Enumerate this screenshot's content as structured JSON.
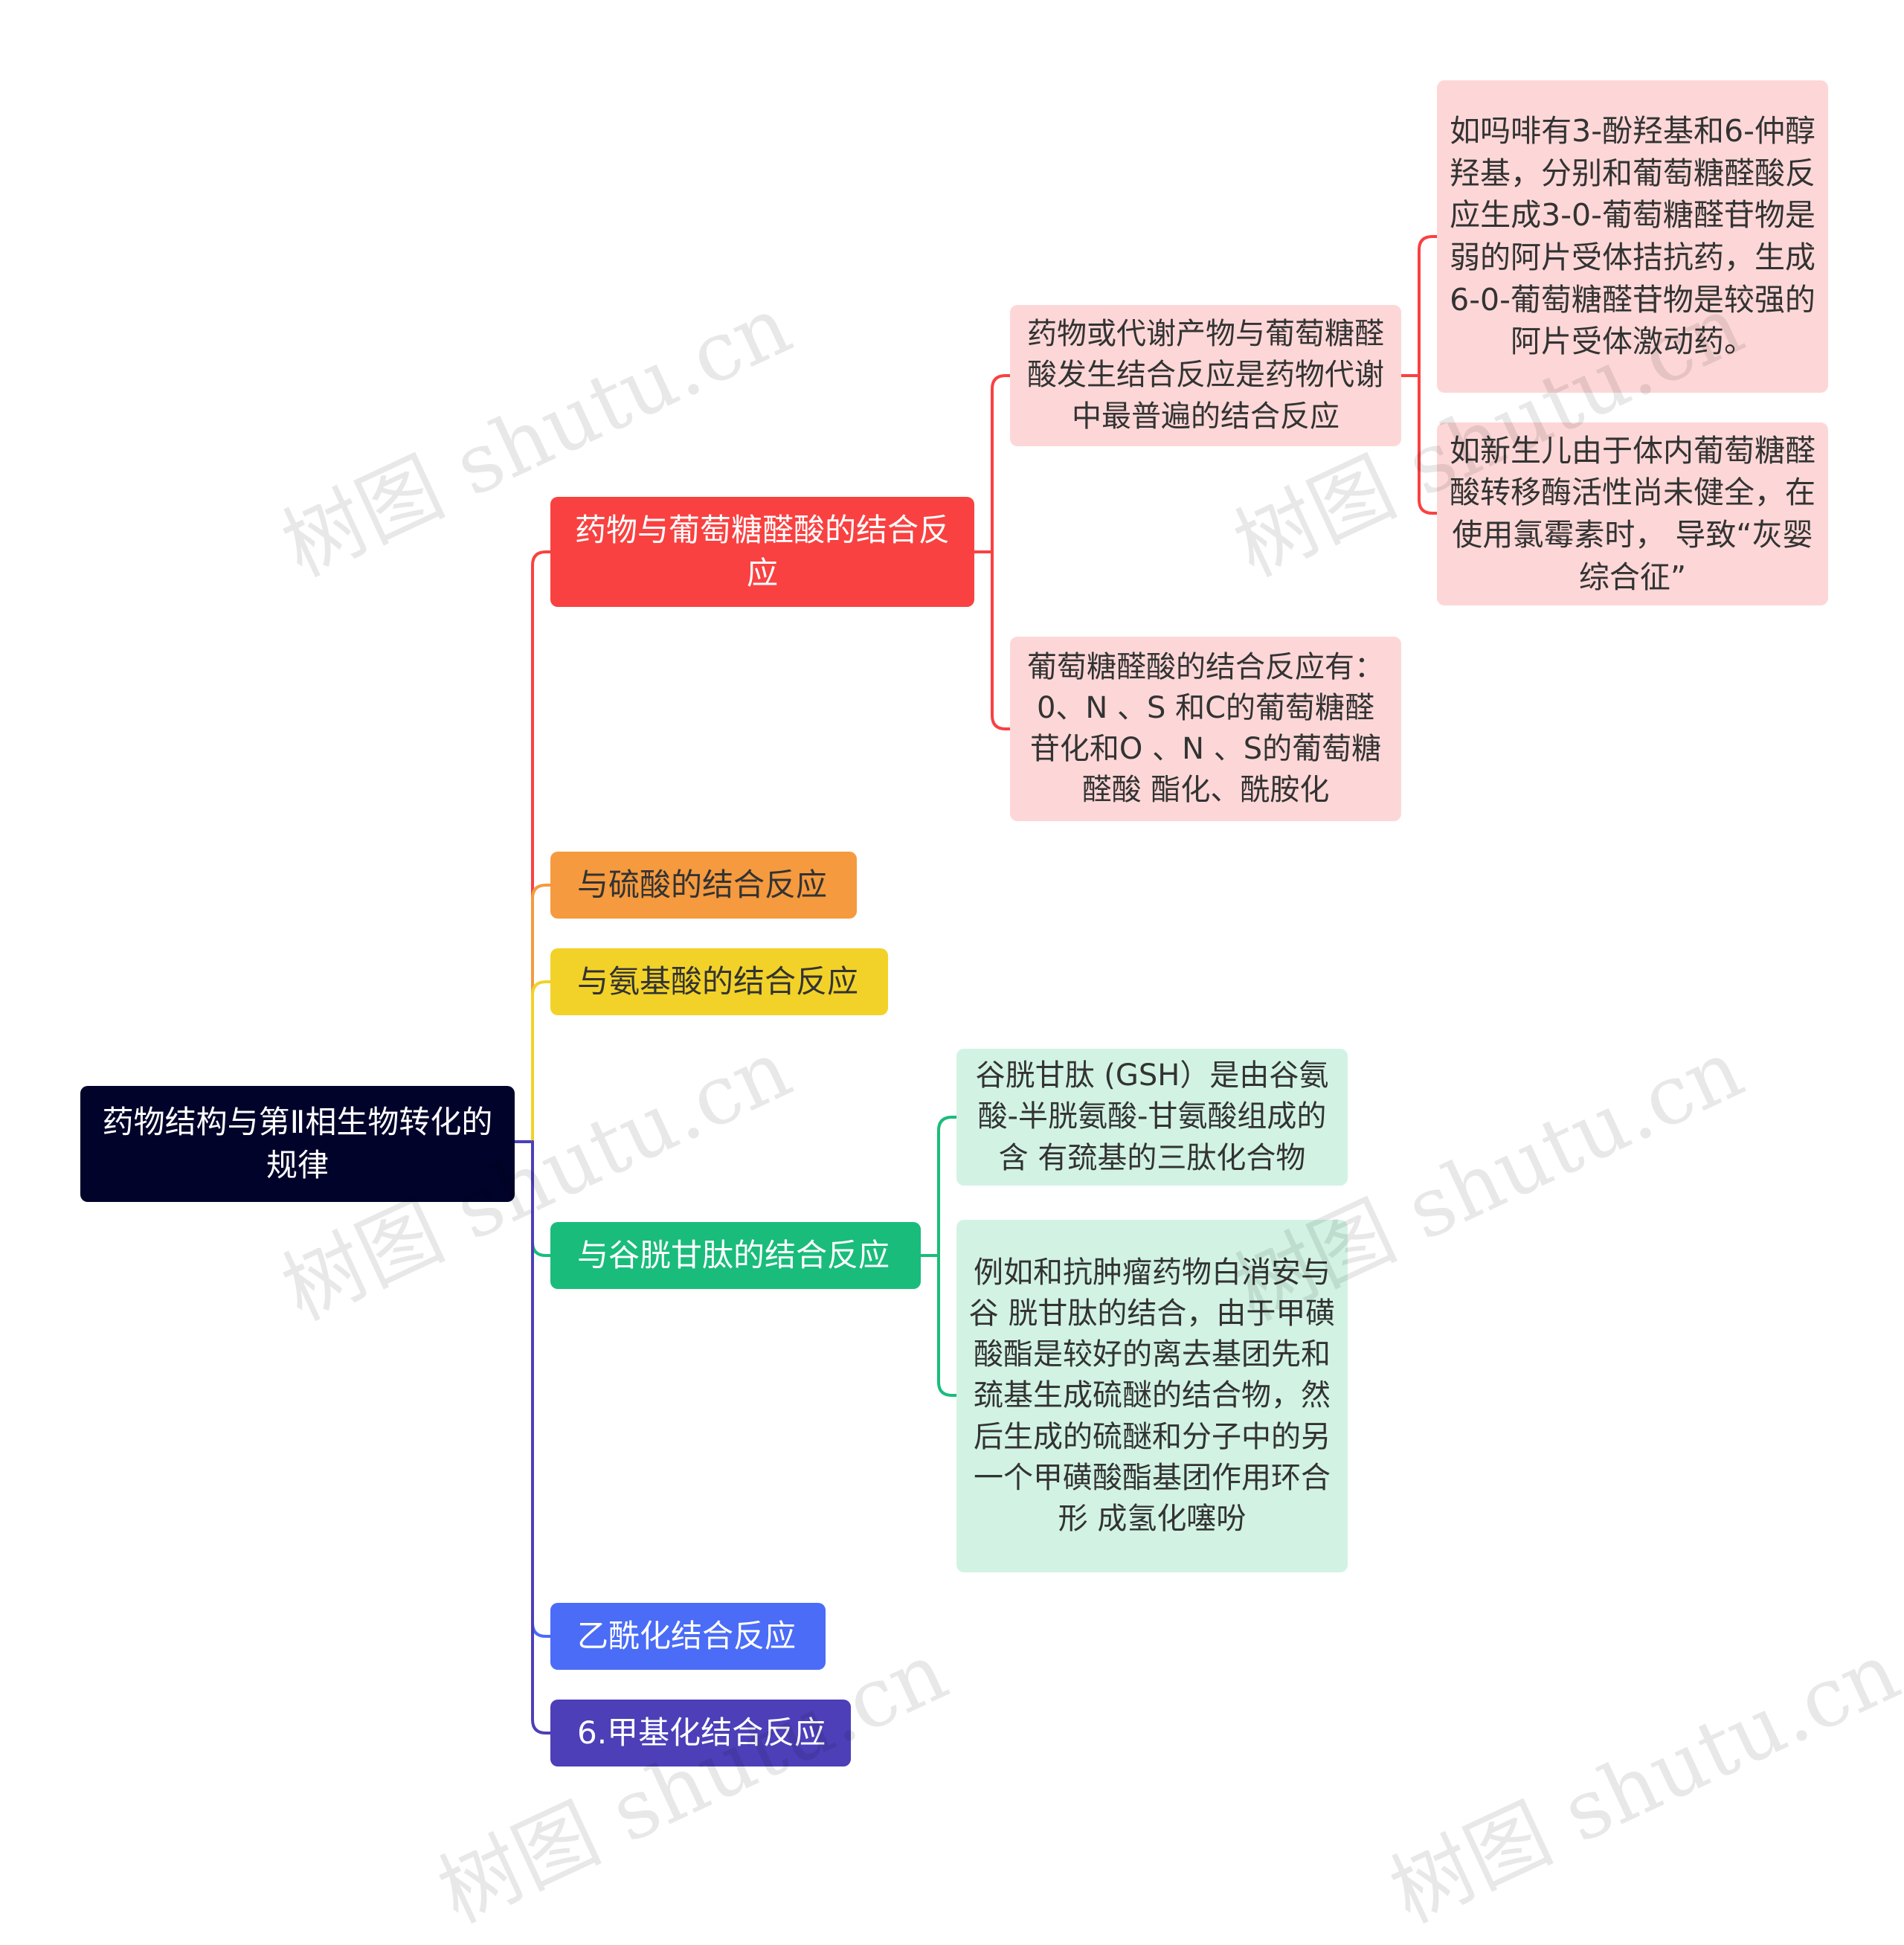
{
  "root": {
    "label": "药物结构与第Ⅱ相生物转化的规律"
  },
  "colors": {
    "root_bg": "#02032a",
    "glucuronic": "#f94141",
    "sulfate": "#f59a3e",
    "amino": "#f2d228",
    "glutathione": "#1abc7b",
    "acetyl": "#4a6cf7",
    "methyl": "#4c3fb8",
    "pink_bg": "#fdd7d7",
    "mint_bg": "#d2f3e4"
  },
  "branches": {
    "glucuronic": {
      "label": "药物与葡萄糖醛酸的结合反应",
      "children": {
        "common": {
          "label": "药物或代谢产物与葡萄糖醛酸发生结合反应是药物代谢中最普遍的结合反应",
          "children": {
            "morphine": {
              "label": "如吗啡有3-酚羟基和6-仲醇 羟基，分别和葡萄糖醛酸反应生成3-0-葡萄糖醛苷物是弱的阿片受体拮抗药，生成6-0-葡萄糖醛苷物是较强的阿片受体激动药。"
            },
            "newborn": {
              "label": "如新生儿由于体内葡萄糖醛酸转移酶活性尚未健全，在使用氯霉素时， 导致“灰婴综合征”"
            }
          }
        },
        "types": {
          "label": "葡萄糖醛酸的结合反应有：0、N 、S 和C的葡萄糖醛苷化和O 、N 、S的葡萄糖醛酸 酯化、酰胺化"
        }
      }
    },
    "sulfate": {
      "label": "与硫酸的结合反应"
    },
    "amino": {
      "label": "与氨基酸的结合反应"
    },
    "glutathione": {
      "label": "与谷胱甘肽的结合反应",
      "children": {
        "gsh": {
          "label": "谷胱甘肽 (GSH）是由谷氨酸-半胱氨酸-甘氨酸组成的含 有巯基的三肽化合物"
        },
        "busulfan": {
          "label": "例如和抗肿瘤药物白消安与谷 胱甘肽的结合，由于甲磺酸酯是较好的离去基团先和巯基生成硫醚的结合物，然后生成的硫醚和分子中的另一个甲磺酸酯基团作用环合形 成氢化噻吩"
        }
      }
    },
    "acetyl": {
      "label": "乙酰化结合反应"
    },
    "methyl": {
      "label": "6.甲基化结合反应"
    }
  },
  "watermark": {
    "text": "树图 shutu.cn"
  }
}
